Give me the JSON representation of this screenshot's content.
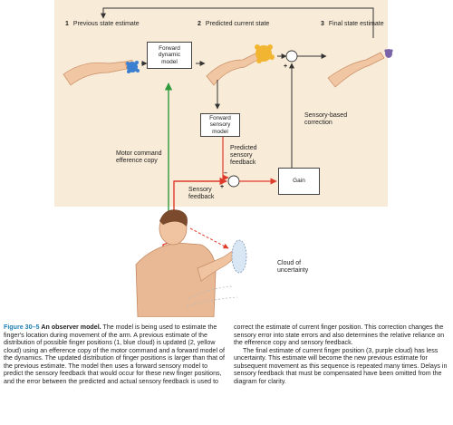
{
  "stages": [
    {
      "number": "1",
      "label": "Previous state estimate"
    },
    {
      "number": "2",
      "label": "Predicted current state"
    },
    {
      "number": "3",
      "label": "Final state estimate"
    }
  ],
  "boxes": {
    "forward_dynamic": "Forward\ndynamic\nmodel",
    "forward_sensory": "Forward\nsensory\nmodel",
    "gain": "Gain"
  },
  "labels": {
    "motor_command": "Motor command\nefference copy",
    "predicted_feedback": "Predicted\nsensory\nfeedback",
    "sensory_feedback": "Sensory\nfeedback",
    "sensory_correction": "Sensory-based\ncorrection",
    "cloud": "Cloud of\nuncertainty"
  },
  "signs": {
    "plus": "+",
    "minus": "–"
  },
  "colors": {
    "panel": "#f8ebd7",
    "blue_cloud": "#3a7fd0",
    "yellow_cloud": "#f2b531",
    "purple_cloud": "#7a63a8",
    "motor_arrow": "#2e9a3c",
    "sensory_arrow": "#e03a2a",
    "figure_label": "#1d7fb3"
  },
  "caption": {
    "figure_label": "Figure 30–5",
    "title": "An observer model.",
    "left_text": "The model is being used to estimate the finger's location during movement of the arm. A previous estimate of the distribution of possible finger positions (1, blue cloud) is updated (2, yellow cloud) using an efference copy of the motor command and a forward model of the dynamics. The updated distribution of finger positions is larger than that of the previous estimate. The model then uses a forward sensory model to predict the sensory feedback that would occur for these new finger positions, and the error between the predicted and actual sensory feedback is used to",
    "right_text_1": "correct the estimate of current finger position. This correction changes the sensory error into state errors and also determines the relative reliance on the efference copy and sensory feedback.",
    "right_text_2": "The final estimate of current finger position (3, purple cloud) has less uncertainty. This estimate will become the new previous estimate for subsequent movement as this sequence is repeated many times. Delays in sensory feedback that must be compensated have been omitted from the diagram for clarity."
  }
}
